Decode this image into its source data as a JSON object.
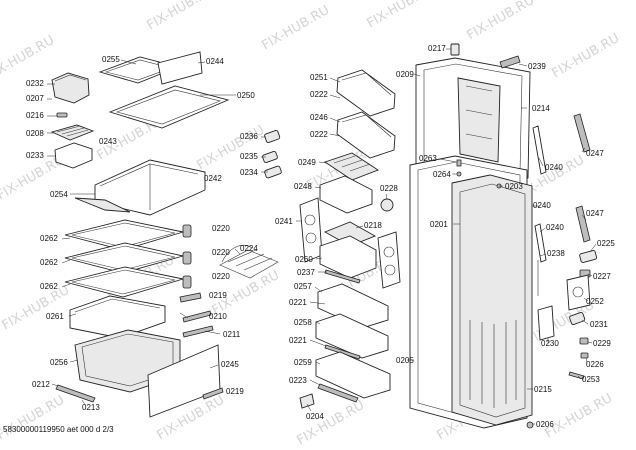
{
  "watermark": {
    "text": "FIX-HUB.RU",
    "color": "#d4d4d4"
  },
  "footer": {
    "text": "58300000119950 aet 000 d 2/3"
  },
  "callouts": [
    {
      "id": "0255",
      "label": "0255"
    },
    {
      "id": "0244",
      "label": "0244"
    },
    {
      "id": "0232",
      "label": "0232"
    },
    {
      "id": "0207",
      "label": "0207"
    },
    {
      "id": "0250",
      "label": "0250"
    },
    {
      "id": "0216",
      "label": "0216"
    },
    {
      "id": "0208",
      "label": "0208"
    },
    {
      "id": "0243",
      "label": "0243"
    },
    {
      "id": "0233",
      "label": "0233"
    },
    {
      "id": "0242",
      "label": "0242"
    },
    {
      "id": "0254",
      "label": "0254"
    },
    {
      "id": "0262a",
      "label": "0262"
    },
    {
      "id": "0262b",
      "label": "0262"
    },
    {
      "id": "0262c",
      "label": "0262"
    },
    {
      "id": "0220a",
      "label": "0220"
    },
    {
      "id": "0220b",
      "label": "0220"
    },
    {
      "id": "0220c",
      "label": "0220"
    },
    {
      "id": "0224",
      "label": "0224"
    },
    {
      "id": "0219a",
      "label": "0219"
    },
    {
      "id": "0261",
      "label": "0261"
    },
    {
      "id": "0210",
      "label": "0210"
    },
    {
      "id": "0211",
      "label": "0211"
    },
    {
      "id": "0256",
      "label": "0256"
    },
    {
      "id": "0245",
      "label": "0245"
    },
    {
      "id": "0212",
      "label": "0212"
    },
    {
      "id": "0219b",
      "label": "0219"
    },
    {
      "id": "0213",
      "label": "0213"
    },
    {
      "id": "0251",
      "label": "0251"
    },
    {
      "id": "0222a",
      "label": "0222"
    },
    {
      "id": "0246",
      "label": "0246"
    },
    {
      "id": "0222b",
      "label": "0222"
    },
    {
      "id": "0236",
      "label": "0236"
    },
    {
      "id": "0235",
      "label": "0235"
    },
    {
      "id": "0234",
      "label": "0234"
    },
    {
      "id": "0249",
      "label": "0249"
    },
    {
      "id": "0248",
      "label": "0248"
    },
    {
      "id": "0228",
      "label": "0228"
    },
    {
      "id": "0241",
      "label": "0241"
    },
    {
      "id": "0218",
      "label": "0218"
    },
    {
      "id": "0260",
      "label": "0260"
    },
    {
      "id": "0237",
      "label": "0237"
    },
    {
      "id": "0257",
      "label": "0257"
    },
    {
      "id": "0221a",
      "label": "0221"
    },
    {
      "id": "0258",
      "label": "0258"
    },
    {
      "id": "0221b",
      "label": "0221"
    },
    {
      "id": "0259",
      "label": "0259"
    },
    {
      "id": "0223",
      "label": "0223"
    },
    {
      "id": "0204",
      "label": "0204"
    },
    {
      "id": "0205",
      "label": "0205"
    },
    {
      "id": "0217",
      "label": "0217"
    },
    {
      "id": "0239",
      "label": "0239"
    },
    {
      "id": "0209",
      "label": "0209"
    },
    {
      "id": "0214",
      "label": "0214"
    },
    {
      "id": "0247a",
      "label": "0247"
    },
    {
      "id": "0263",
      "label": "0263"
    },
    {
      "id": "0240a",
      "label": "0240"
    },
    {
      "id": "0264",
      "label": "0264"
    },
    {
      "id": "0203",
      "label": "0203"
    },
    {
      "id": "0240b",
      "label": "0240"
    },
    {
      "id": "0247b",
      "label": "0247"
    },
    {
      "id": "0201",
      "label": "0201"
    },
    {
      "id": "0240c",
      "label": "0240"
    },
    {
      "id": "0225",
      "label": "0225"
    },
    {
      "id": "0238",
      "label": "0238"
    },
    {
      "id": "0227",
      "label": "0227"
    },
    {
      "id": "0252",
      "label": "0252"
    },
    {
      "id": "0231",
      "label": "0231"
    },
    {
      "id": "0230",
      "label": "0230"
    },
    {
      "id": "0229",
      "label": "0229"
    },
    {
      "id": "0226",
      "label": "0226"
    },
    {
      "id": "0215",
      "label": "0215"
    },
    {
      "id": "0253",
      "label": "0253"
    },
    {
      "id": "0206",
      "label": "0206"
    }
  ]
}
